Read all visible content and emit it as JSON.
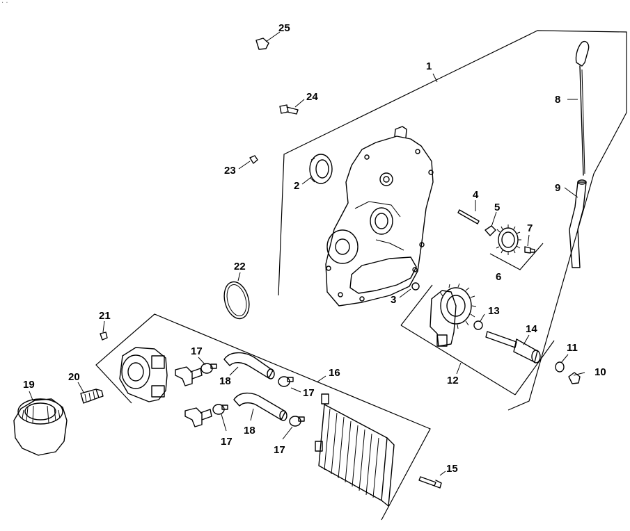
{
  "corner_mark": ". .",
  "callouts": [
    {
      "id": "callout-1",
      "label": "1"
    },
    {
      "id": "callout-2",
      "label": "2"
    },
    {
      "id": "callout-3",
      "label": "3"
    },
    {
      "id": "callout-4",
      "label": "4"
    },
    {
      "id": "callout-5",
      "label": "5"
    },
    {
      "id": "callout-6",
      "label": "6"
    },
    {
      "id": "callout-7",
      "label": "7"
    },
    {
      "id": "callout-8",
      "label": "8"
    },
    {
      "id": "callout-9",
      "label": "9"
    },
    {
      "id": "callout-10",
      "label": "10"
    },
    {
      "id": "callout-11",
      "label": "11"
    },
    {
      "id": "callout-12",
      "label": "12"
    },
    {
      "id": "callout-13",
      "label": "13"
    },
    {
      "id": "callout-14",
      "label": "14"
    },
    {
      "id": "callout-15",
      "label": "15"
    },
    {
      "id": "callout-16",
      "label": "16"
    },
    {
      "id": "callout-17a",
      "label": "17"
    },
    {
      "id": "callout-17b",
      "label": "17"
    },
    {
      "id": "callout-17c",
      "label": "17"
    },
    {
      "id": "callout-17d",
      "label": "17"
    },
    {
      "id": "callout-18a",
      "label": "18"
    },
    {
      "id": "callout-18b",
      "label": "18"
    },
    {
      "id": "callout-19",
      "label": "19"
    },
    {
      "id": "callout-20",
      "label": "20"
    },
    {
      "id": "callout-21",
      "label": "21"
    },
    {
      "id": "callout-22",
      "label": "22"
    },
    {
      "id": "callout-23",
      "label": "23"
    },
    {
      "id": "callout-24",
      "label": "24"
    },
    {
      "id": "callout-25",
      "label": "25"
    }
  ]
}
